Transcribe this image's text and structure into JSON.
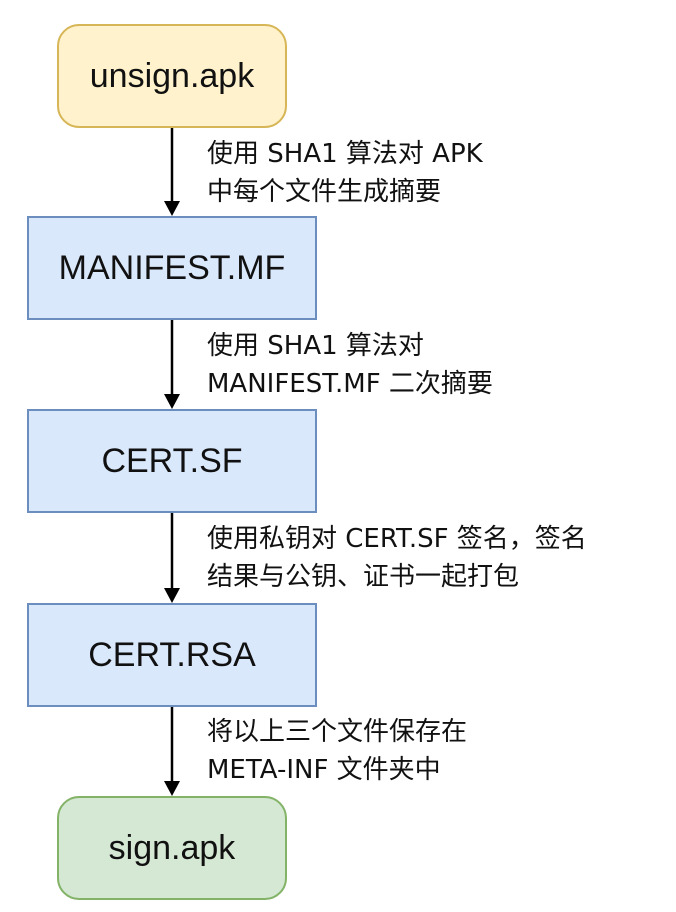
{
  "nodes": {
    "start": {
      "label": "unsign.apk",
      "fill": "#fff2cc",
      "stroke": "#d6b656"
    },
    "manifest": {
      "label": "MANIFEST.MF",
      "fill": "#dae8fc",
      "stroke": "#6c8ebf"
    },
    "cert_sf": {
      "label": "CERT.SF",
      "fill": "#dae8fc",
      "stroke": "#6c8ebf"
    },
    "cert_rsa": {
      "label": "CERT.RSA",
      "fill": "#dae8fc",
      "stroke": "#6c8ebf"
    },
    "end": {
      "label": "sign.apk",
      "fill": "#d5e8d4",
      "stroke": "#82b366"
    }
  },
  "edges": [
    {
      "line1": "使用 SHA1 算法对 APK",
      "line2": "中每个文件生成摘要"
    },
    {
      "line1": "使用 SHA1 算法对",
      "line2": "MANIFEST.MF 二次摘要"
    },
    {
      "line1": "使用私钥对 CERT.SF 签名，签名",
      "line2": "结果与公钥、证书一起打包"
    },
    {
      "line1": "将以上三个文件保存在",
      "line2": "META-INF 文件夹中"
    }
  ],
  "colors": {
    "arrow": "#000000",
    "text": "#111111"
  }
}
